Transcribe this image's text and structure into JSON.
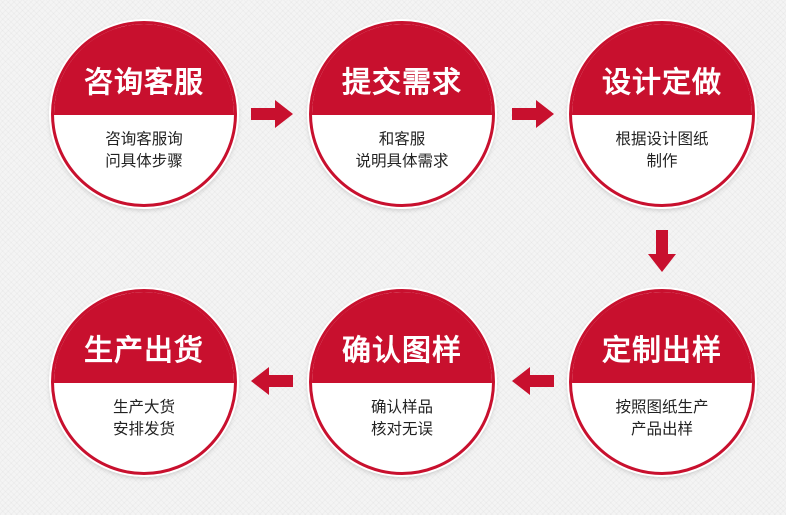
{
  "steps": [
    {
      "title": "咨询客服",
      "lines": [
        "咨询客服询",
        "问具体步骤"
      ]
    },
    {
      "title": "提交需求",
      "lines": [
        "和客服",
        "说明具体需求"
      ]
    },
    {
      "title": "设计定做",
      "lines": [
        "根据设计图纸",
        "制作"
      ]
    },
    {
      "title": "定制出样",
      "lines": [
        "按照图纸生产",
        "产品出样"
      ]
    },
    {
      "title": "确认图样",
      "lines": [
        "确认样品",
        "核对无误"
      ]
    },
    {
      "title": "生产出货",
      "lines": [
        "生产大货",
        "安排发货"
      ]
    }
  ],
  "colors": {
    "accent": "#c8102e",
    "background": "#f4f4f4",
    "text": "#222222"
  }
}
